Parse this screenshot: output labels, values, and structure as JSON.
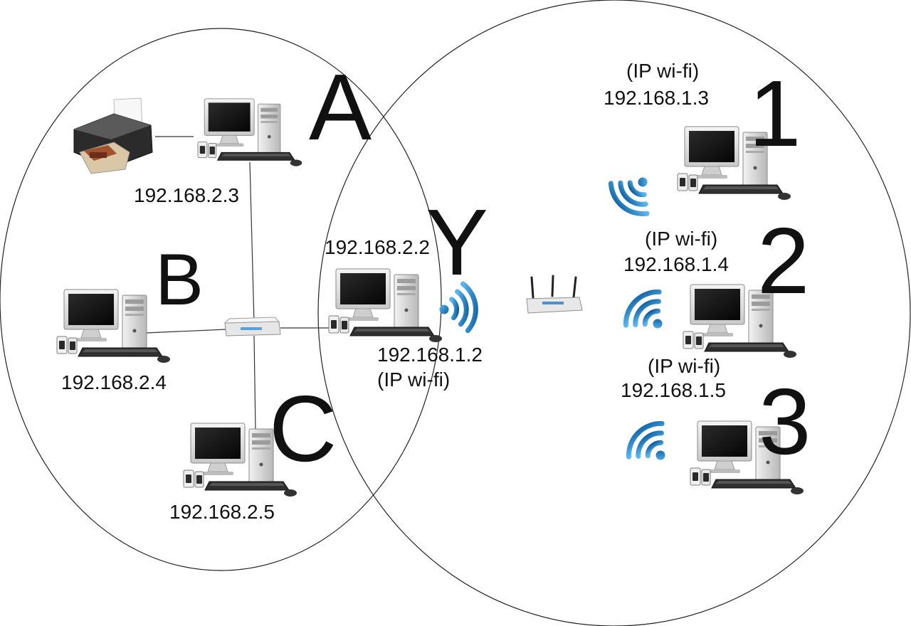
{
  "colors": {
    "wifi": "#1f7fc8",
    "wifi_dark": "#0d5fa0",
    "outline": "#222222"
  },
  "zones": {
    "A": "A",
    "B": "B",
    "C": "C",
    "Y": "Y",
    "one": "1",
    "two": "2",
    "three": "3"
  },
  "ips": {
    "pc_a": "192.168.2.3",
    "pc_b": "192.168.2.4",
    "pc_c": "192.168.2.5",
    "pc_y_lan": "192.168.2.2",
    "pc_y_wifi": "192.168.1.2",
    "pc_y_wifi_note": "(IP wi-fi)",
    "pc_1_note": "(IP wi-fi)",
    "pc_1": "192.168.1.3",
    "pc_2_note": "(IP wi-fi)",
    "pc_2": "192.168.1.4",
    "pc_3_note": "(IP wi-fi)",
    "pc_3": "192.168.1.5"
  },
  "icons": {
    "computer": "computer-icon",
    "printer": "printer-icon",
    "switch": "network-switch-icon",
    "router": "wifi-router-icon",
    "wifi": "wifi-signal-icon"
  }
}
